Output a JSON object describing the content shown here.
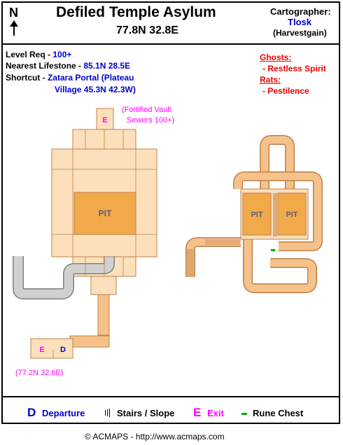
{
  "title": "Defiled Temple Asylum",
  "coords": "77.8N 32.8E",
  "compass": "N",
  "cartographer": {
    "label": "Cartographer:",
    "name": "Tlosk",
    "server": "(Harvestgain)"
  },
  "info": {
    "level_label": "Level Req - ",
    "level_value": "100+",
    "lifestone_label": "Nearest Lifestone - ",
    "lifestone_value": "85.1N 28.5E",
    "shortcut_label": "Shortcut - ",
    "shortcut_value_1": "Zatara Portal (Plateau",
    "shortcut_value_2": "Village 45.3N 42.3W)"
  },
  "monsters": {
    "ghosts_label": "Ghosts:",
    "ghosts_item": "- Restless Spirit",
    "rats_label": "Rats:",
    "rats_item": "- Pestilence"
  },
  "map": {
    "exit_note_1": "(Fortified Vault",
    "exit_note_2": "Sewers 100+)",
    "entrance_coords": "(77.2N 32.6E)",
    "exit_letter": "E",
    "departure_letter": "D",
    "pit_label": "PIT"
  },
  "legend": {
    "departure_letter": "D",
    "departure_label": "Departure",
    "stairs_label": "Stairs / Slope",
    "exit_letter": "E",
    "exit_label": "Exit",
    "chest_label": "Rune Chest"
  },
  "footer": "© ACMAPS - http://www.acmaps.com",
  "colors": {
    "floor": "#fbe0bb",
    "corridor": "#f4c28a",
    "pit": "#f2a94a",
    "wall": "#c08048",
    "ramp": "#d0d0d0",
    "chest": "#00aa00"
  }
}
